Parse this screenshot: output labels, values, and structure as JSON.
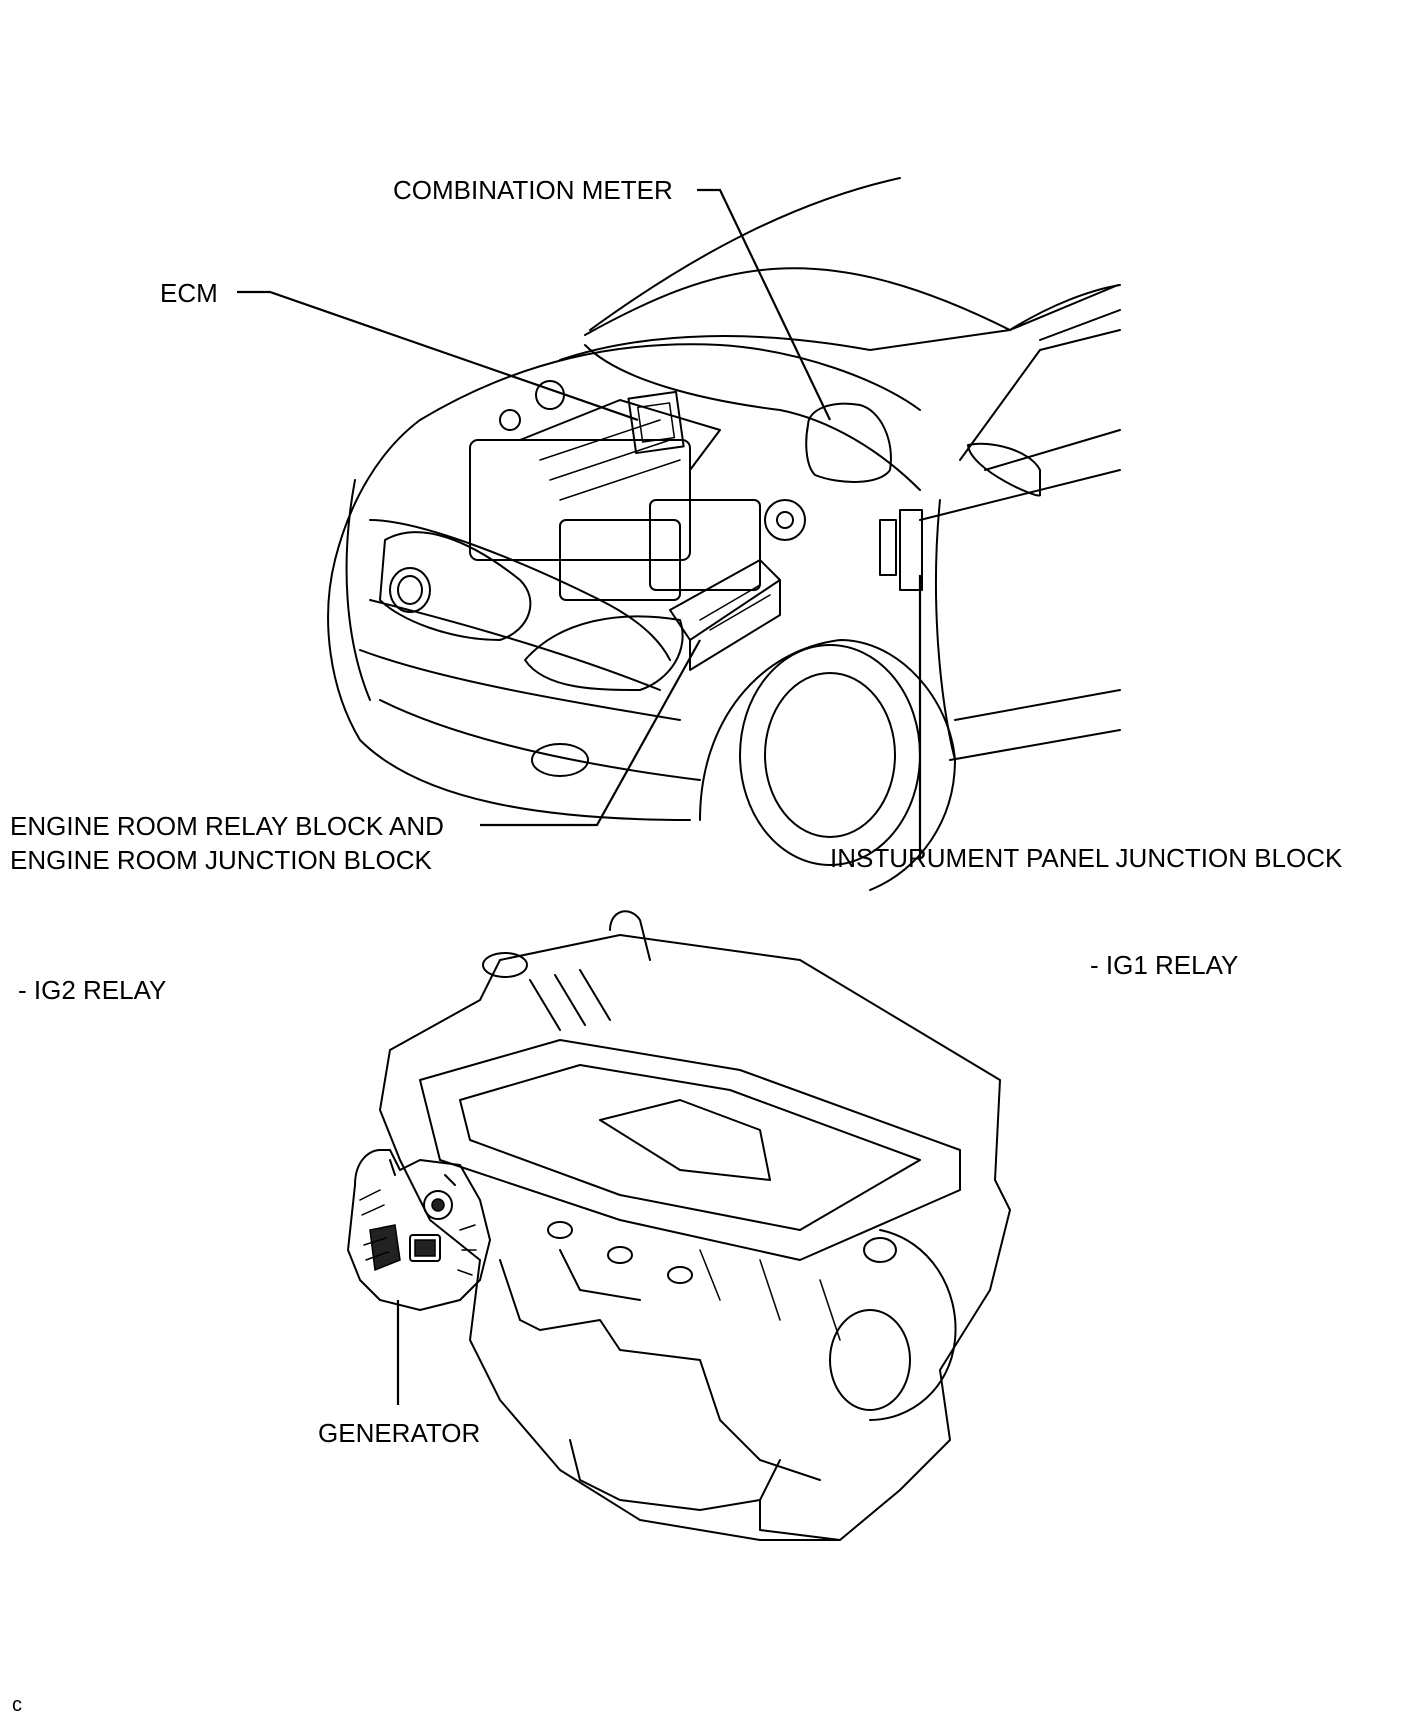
{
  "labels": {
    "combination_meter": "COMBINATION METER",
    "ecm": "ECM",
    "engine_room_line1": "ENGINE ROOM RELAY BLOCK AND",
    "engine_room_line2": "ENGINE ROOM JUNCTION BLOCK",
    "instrument_panel": "INSTURUMENT PANEL JUNCTION BLOCK",
    "ig2_relay": "-  IG2 RELAY",
    "ig1_relay": "-   IG1 RELAY",
    "generator": "GENERATOR",
    "corner_code": "c"
  }
}
